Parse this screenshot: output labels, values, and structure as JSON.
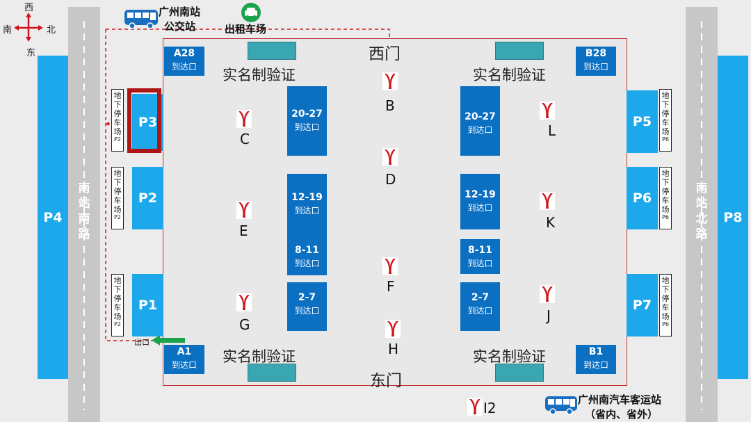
{
  "compass": {
    "west": "西",
    "south": "南",
    "north": "北",
    "east": "东"
  },
  "top_labels": {
    "bus_station_line1": "广州南站",
    "bus_station_line2": "公交站",
    "taxi": "出租车场"
  },
  "bottom_labels": {
    "coach_station_line1": "广州南汽车客运站",
    "coach_station_line2": "（省内、省外）"
  },
  "roads": {
    "left": [
      "南",
      "站",
      "南",
      "路"
    ],
    "right": [
      "南",
      "站",
      "北",
      "路"
    ]
  },
  "gates": {
    "west": "西门",
    "east": "东门"
  },
  "verify": {
    "tl": "实名制验证",
    "tr": "实名制验证",
    "bl": "实名制验证",
    "br": "实名制验证"
  },
  "parking": {
    "p1": "P1",
    "p2": "P2",
    "p3": "P3",
    "p4": "P4",
    "p5": "P5",
    "p6": "P6",
    "p7": "P7",
    "p8": "P8"
  },
  "underground": {
    "left_chars": [
      "地",
      "下",
      "停",
      "车",
      "场"
    ],
    "left_sub": "P2",
    "right_chars": [
      "地",
      "下",
      "停",
      "车",
      "场"
    ],
    "right_sub": "P6"
  },
  "corners": {
    "a28": {
      "code": "A28",
      "label": "到达口"
    },
    "b28": {
      "code": "B28",
      "label": "到达口"
    },
    "a1": {
      "code": "A1",
      "label": "到达口"
    },
    "b1": {
      "code": "B1",
      "label": "到达口"
    }
  },
  "exits": {
    "l1": {
      "range": "20-27",
      "label": "到达口"
    },
    "l2": {
      "range": "12-19",
      "label": "到达口"
    },
    "l3": {
      "range": "8-11",
      "label": "到达口"
    },
    "l4": {
      "range": "2-7",
      "label": "到达口"
    },
    "r1": {
      "range": "20-27",
      "label": "到达口"
    },
    "r2": {
      "range": "12-19",
      "label": "到达口"
    },
    "r3": {
      "range": "8-11",
      "label": "到达口"
    },
    "r4": {
      "range": "2-7",
      "label": "到达口"
    }
  },
  "metro": {
    "B": "B",
    "C": "C",
    "D": "D",
    "E": "E",
    "F": "F",
    "G": "G",
    "H": "H",
    "J": "J",
    "K": "K",
    "L": "L",
    "I2": "I2"
  },
  "exit_sign": "出口",
  "colors": {
    "metro_red": "#d0131a",
    "route": "#cc2222",
    "highlight": "#b01515"
  }
}
